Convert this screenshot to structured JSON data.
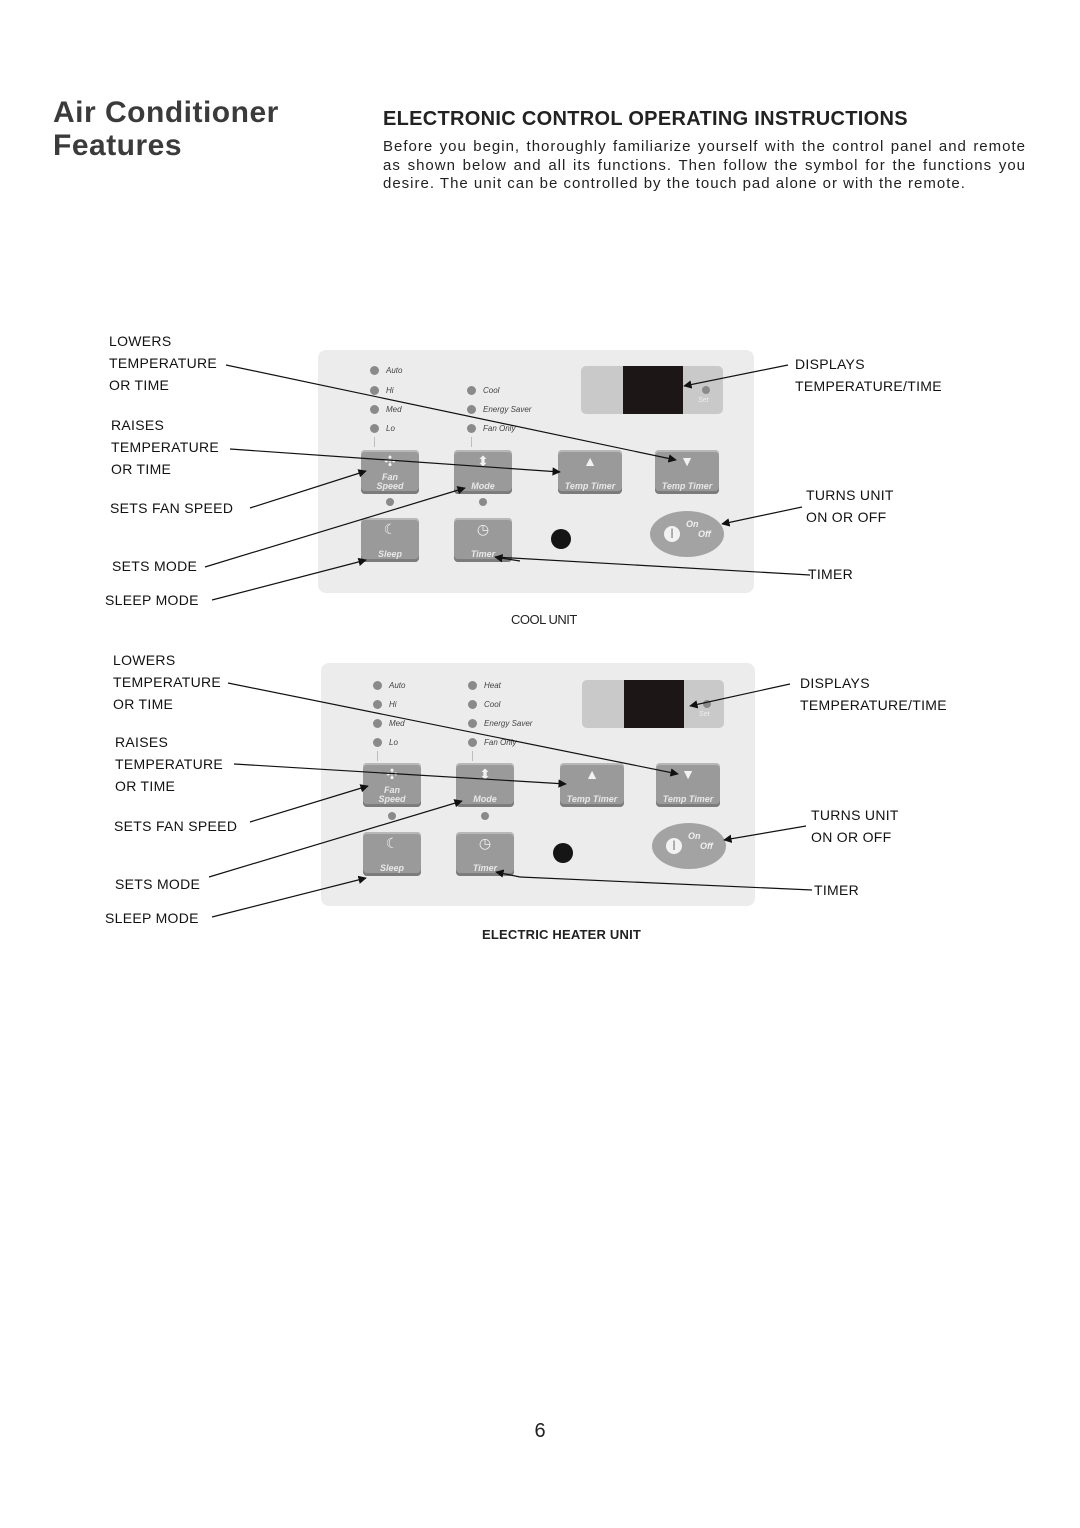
{
  "header": {
    "title_line1": "Air Conditioner",
    "title_line2": "Features",
    "section_heading": "ELECTRONIC CONTROL OPERATING INSTRUCTIONS",
    "intro": "Before you begin, thoroughly familiarize yourself with the control panel and remote as shown below and all its functions. Then follow the symbol for the functions you desire. The unit can be controlled by the touch pad alone or with the remote."
  },
  "callouts": {
    "lowers_1": "LOWERS",
    "lowers_2": "TEMPERATURE",
    "lowers_3": "OR TIME",
    "raises_1": "RAISES",
    "raises_2": "TEMPERATURE",
    "raises_3": "OR TIME",
    "fan_speed": "SETS  FAN SPEED",
    "mode": "SETS MODE",
    "sleep": "SLEEP MODE",
    "displays_1": "DISPLAYS",
    "displays_2": "TEMPERATURE/TIME",
    "turns_1": "TURNS UNIT",
    "turns_2": "ON OR OFF",
    "timer": "TIMER"
  },
  "buttons": {
    "fan_l1": "Fan",
    "fan_l2": "Speed",
    "mode": "Mode",
    "temp_timer": "Temp Timer",
    "sleep": "Sleep",
    "timer": "Timer",
    "on": "On",
    "off": "Off",
    "set": "Set"
  },
  "cool_panel": {
    "caption": "COOL UNIT",
    "fan_modes": [
      "Auto",
      "Hi",
      "Med",
      "Lo"
    ],
    "op_modes": [
      "Cool",
      "Energy Saver",
      "Fan Only"
    ]
  },
  "heat_panel": {
    "caption": "ELECTRIC HEATER UNIT",
    "fan_modes": [
      "Auto",
      "Hi",
      "Med",
      "Lo"
    ],
    "op_modes": [
      "Heat",
      "Cool",
      "Energy Saver",
      "Fan Only"
    ]
  },
  "footer": {
    "page_number": "6"
  },
  "icons": {
    "fan": "fan-icon",
    "mode": "up-down-icon",
    "up": "triangle-up-icon",
    "down": "triangle-down-icon",
    "sleep": "moon-icon",
    "timer": "stopwatch-icon",
    "power": "power-icon"
  },
  "colors": {
    "panel": "#ececec",
    "button": "#9a9a9a",
    "display": "#1c1616"
  }
}
